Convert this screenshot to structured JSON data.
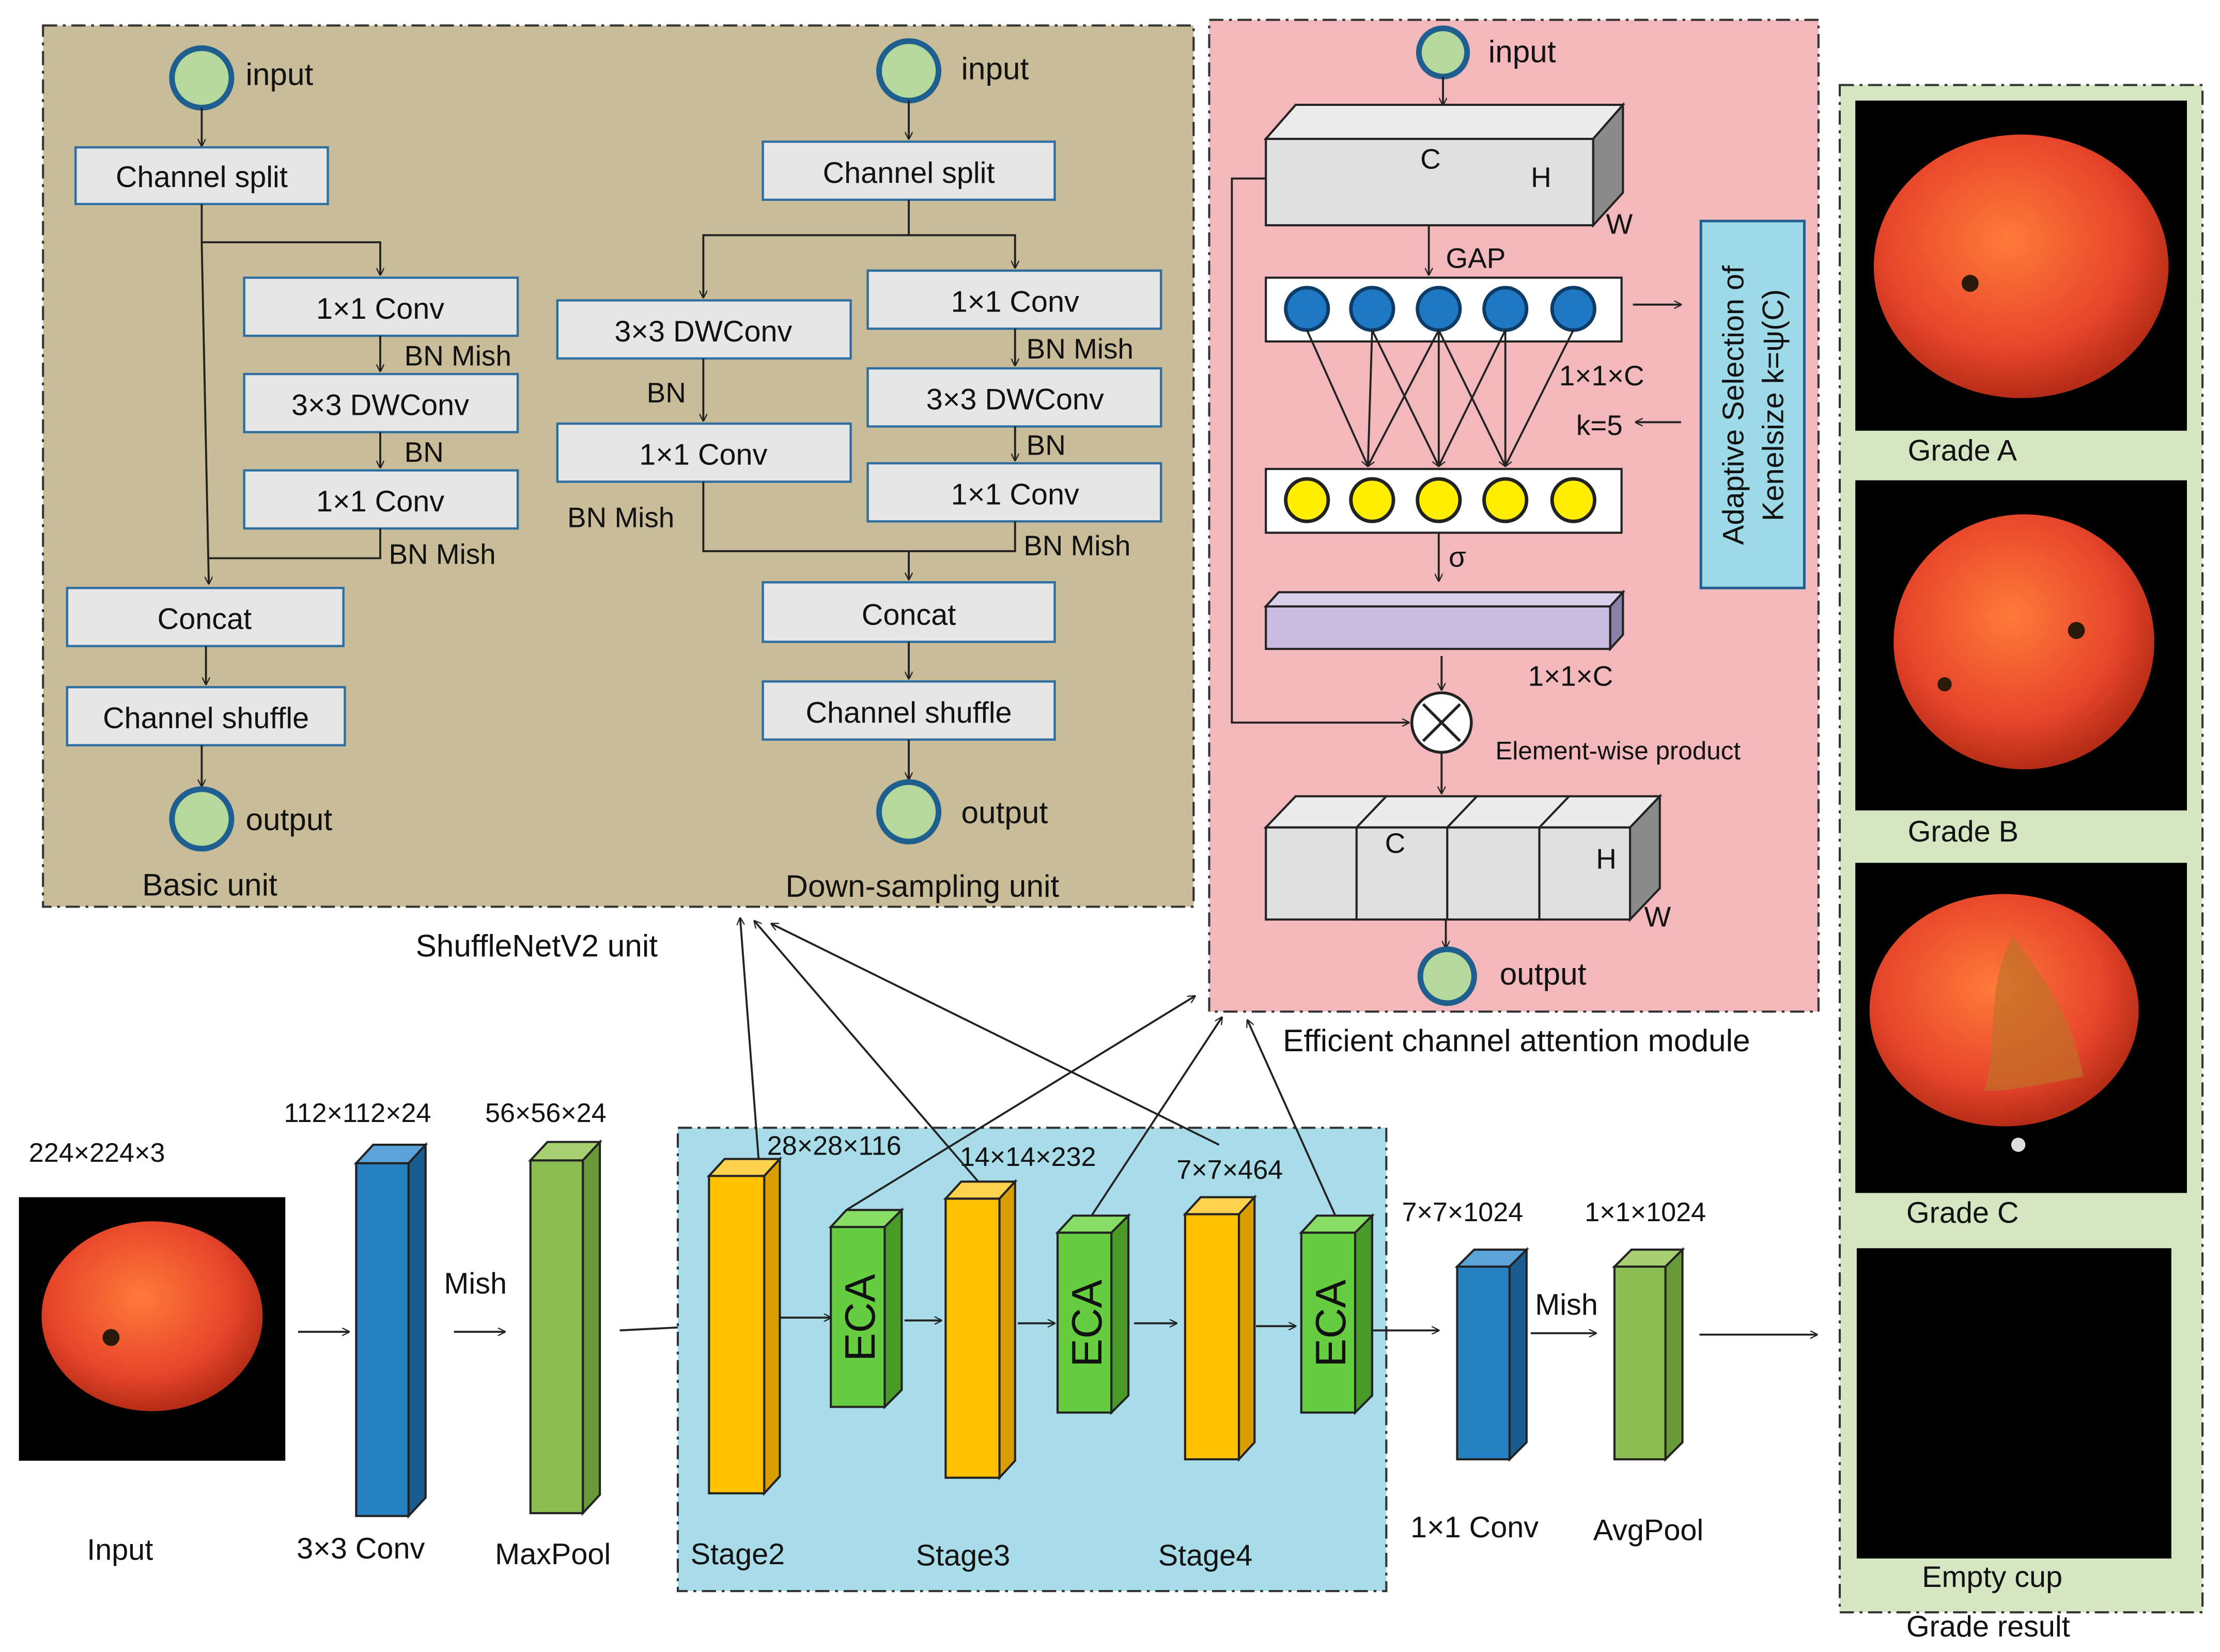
{
  "shufflenet": {
    "caption": "ShuffleNetV2 unit",
    "basic": {
      "input": "input",
      "split": "Channel split",
      "conv1": "1×1 Conv",
      "bn_mish_1": "BN  Mish",
      "dwconv": "3×3 DWConv",
      "bn": "BN",
      "conv2": "1×1 Conv",
      "bn_mish_2": "BN  Mish",
      "concat": "Concat",
      "shuffle": "Channel shuffle",
      "output": "output",
      "caption": "Basic unit"
    },
    "down": {
      "input": "input",
      "split": "Channel split",
      "left_dwconv": "3×3 DWConv",
      "left_bn": "BN",
      "left_conv": "1×1 Conv",
      "left_bn_mish": "BN  Mish",
      "right_conv1": "1×1 Conv",
      "right_bn_mish_1": "BN  Mish",
      "right_dwconv": "3×3 DWConv",
      "right_bn": "BN",
      "right_conv2": "1×1 Conv",
      "right_bn_mish_2": "BN  Mish",
      "concat": "Concat",
      "shuffle": "Channel shuffle",
      "output": "output",
      "caption": "Down-sampling unit"
    }
  },
  "eca": {
    "caption": "Efficient channel attention module",
    "input": "input",
    "c": "C",
    "h": "H",
    "w": "W",
    "gap": "GAP",
    "dim1": "1×1×C",
    "k": "k=5",
    "sigma": "σ",
    "dim2": "1×1×C",
    "product": "Element-wise product",
    "c2": "C",
    "h2": "H",
    "w2": "W",
    "output": "output",
    "adaptive_line1": "Adaptive Selection of",
    "adaptive_line2": "Kenelsize k=ψ(C)"
  },
  "pipeline": {
    "input_dim": "224×224×3",
    "input_label": "Input",
    "conv_dim": "112×112×24",
    "conv_label": "3×3 Conv",
    "mish1": "Mish",
    "pool_dim": "56×56×24",
    "pool_label": "MaxPool",
    "stage2_dim": "28×28×116",
    "stage2_label": "Stage2",
    "stage3_dim": "14×14×232",
    "stage3_label": "Stage3",
    "stage4_dim": "7×7×464",
    "stage4_label": "Stage4",
    "eca_label": "ECA",
    "conv1_dim": "7×7×1024",
    "conv1_label": "1×1 Conv",
    "mish2": "Mish",
    "avg_dim": "1×1×1024",
    "avg_label": "AvgPool"
  },
  "grades": {
    "a": "Grade A",
    "b": "Grade B",
    "c": "Grade C",
    "empty": "Empty cup",
    "caption": "Grade result"
  },
  "colors": {
    "shufflenet_bg": "#c9bd99",
    "eca_bg": "#f2b8bb",
    "stage_bg": "#a8dce8",
    "grade_bg": "#d5e6c3",
    "blue_block": "#2680c2",
    "green_block": "#8cbd50",
    "orange_block": "#ffc000",
    "eca_block": "#66cc40",
    "node_fill": "#b5d99c",
    "node_stroke": "#1f5f8f",
    "box_stroke": "#2e6ea0",
    "dot_blue": "#1f78c1",
    "dot_yellow": "#ffee00",
    "adaptive_bg": "#9ed9e8",
    "fruit": "#e6452a"
  }
}
